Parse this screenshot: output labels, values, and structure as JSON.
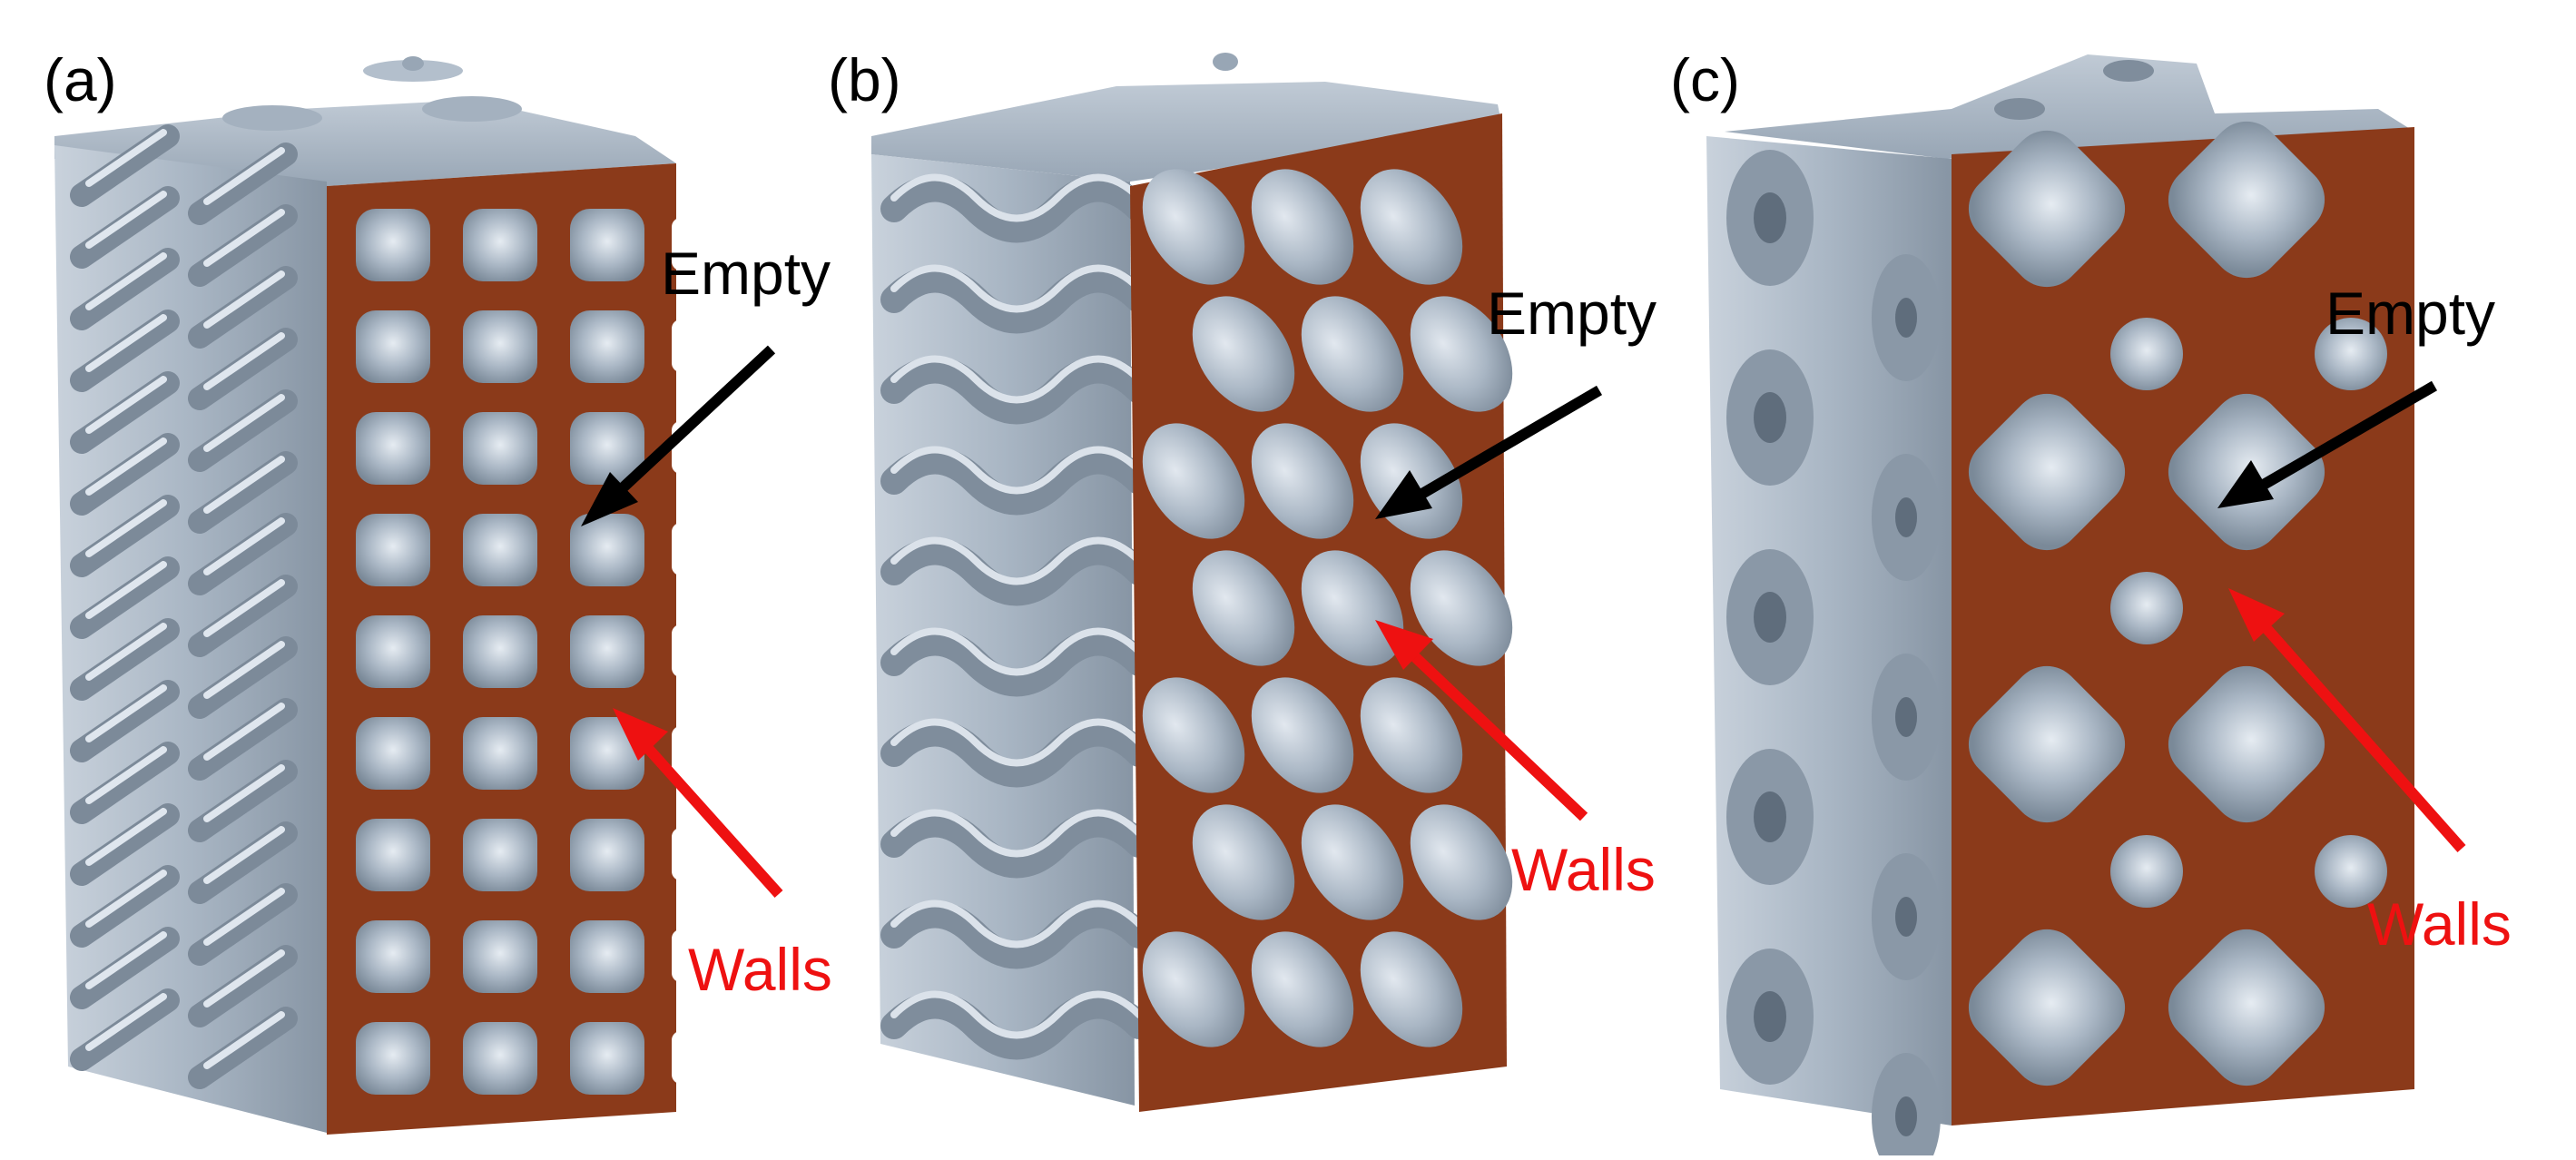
{
  "panels": [
    {
      "label": "(a)",
      "empty_label": "Empty",
      "walls_label": "Walls"
    },
    {
      "label": "(b)",
      "empty_label": "Empty",
      "walls_label": "Walls"
    },
    {
      "label": "(c)",
      "empty_label": "Empty",
      "walls_label": "Walls"
    }
  ],
  "colors": {
    "surface": "#a9b6c4",
    "surface_dark": "#7f8d9c",
    "surface_light": "#d3dbe4",
    "wall_section": "#8b3a1a",
    "empty_arrow": "#000000",
    "walls_arrow": "#ee1111"
  }
}
